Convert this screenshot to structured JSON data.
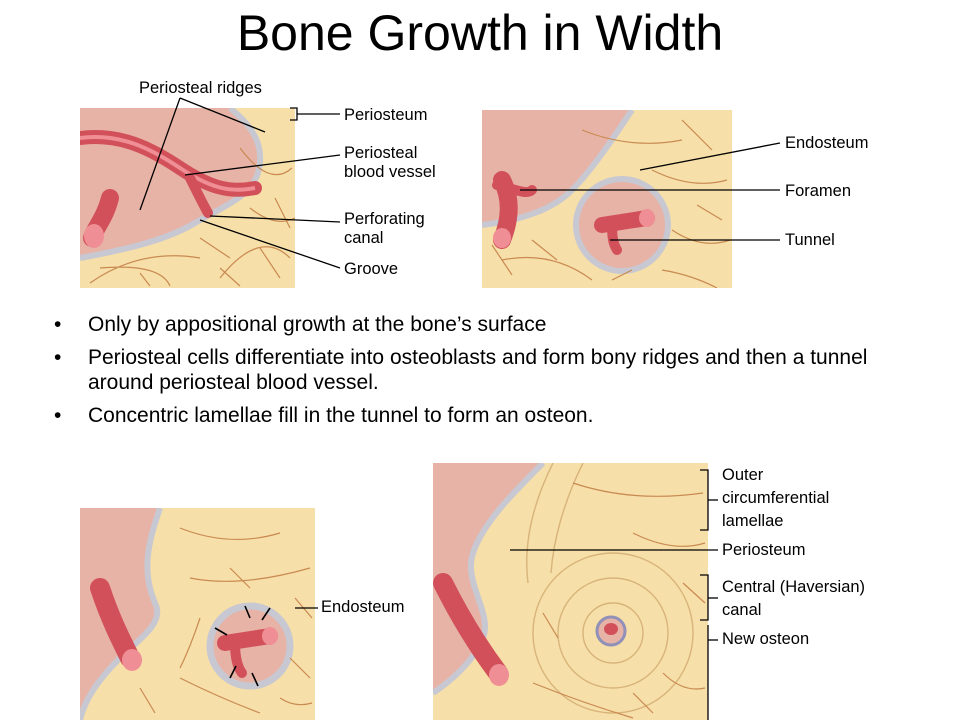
{
  "title": "Bone Growth in Width",
  "bullets": [
    "Only by appositional growth at the bone’s surface",
    "Periosteal cells differentiate into osteoblasts and form bony ridges and then a tunnel around periosteal blood vessel.",
    "Concentric lamellae fill in the tunnel to form an osteon."
  ],
  "labels": {
    "periosteal_ridges": "Periosteal ridges",
    "periosteum_1": "Periosteum",
    "periosteal_blood_vessel_1": "Periosteal",
    "periosteal_blood_vessel_2": "blood vessel",
    "perforating_canal_1": "Perforating",
    "perforating_canal_2": "canal",
    "groove": "Groove",
    "endosteum_1": "Endosteum",
    "foramen": "Foramen",
    "tunnel": "Tunnel",
    "endosteum_2": "Endosteum",
    "outer_1": "Outer",
    "outer_2": "circumferential",
    "outer_3": "lamellae",
    "periosteum_2": "Periosteum",
    "central_1": "Central (Haversian)",
    "central_2": "canal",
    "new_osteon": "New osteon"
  },
  "colors": {
    "bone": "#f6dfa8",
    "bone_lines": "#c98a52",
    "soft_tissue": "#e7b3a6",
    "vessel": "#d2505a",
    "vessel_light": "#ef8f95",
    "periosteum": "#c8c8d2"
  }
}
